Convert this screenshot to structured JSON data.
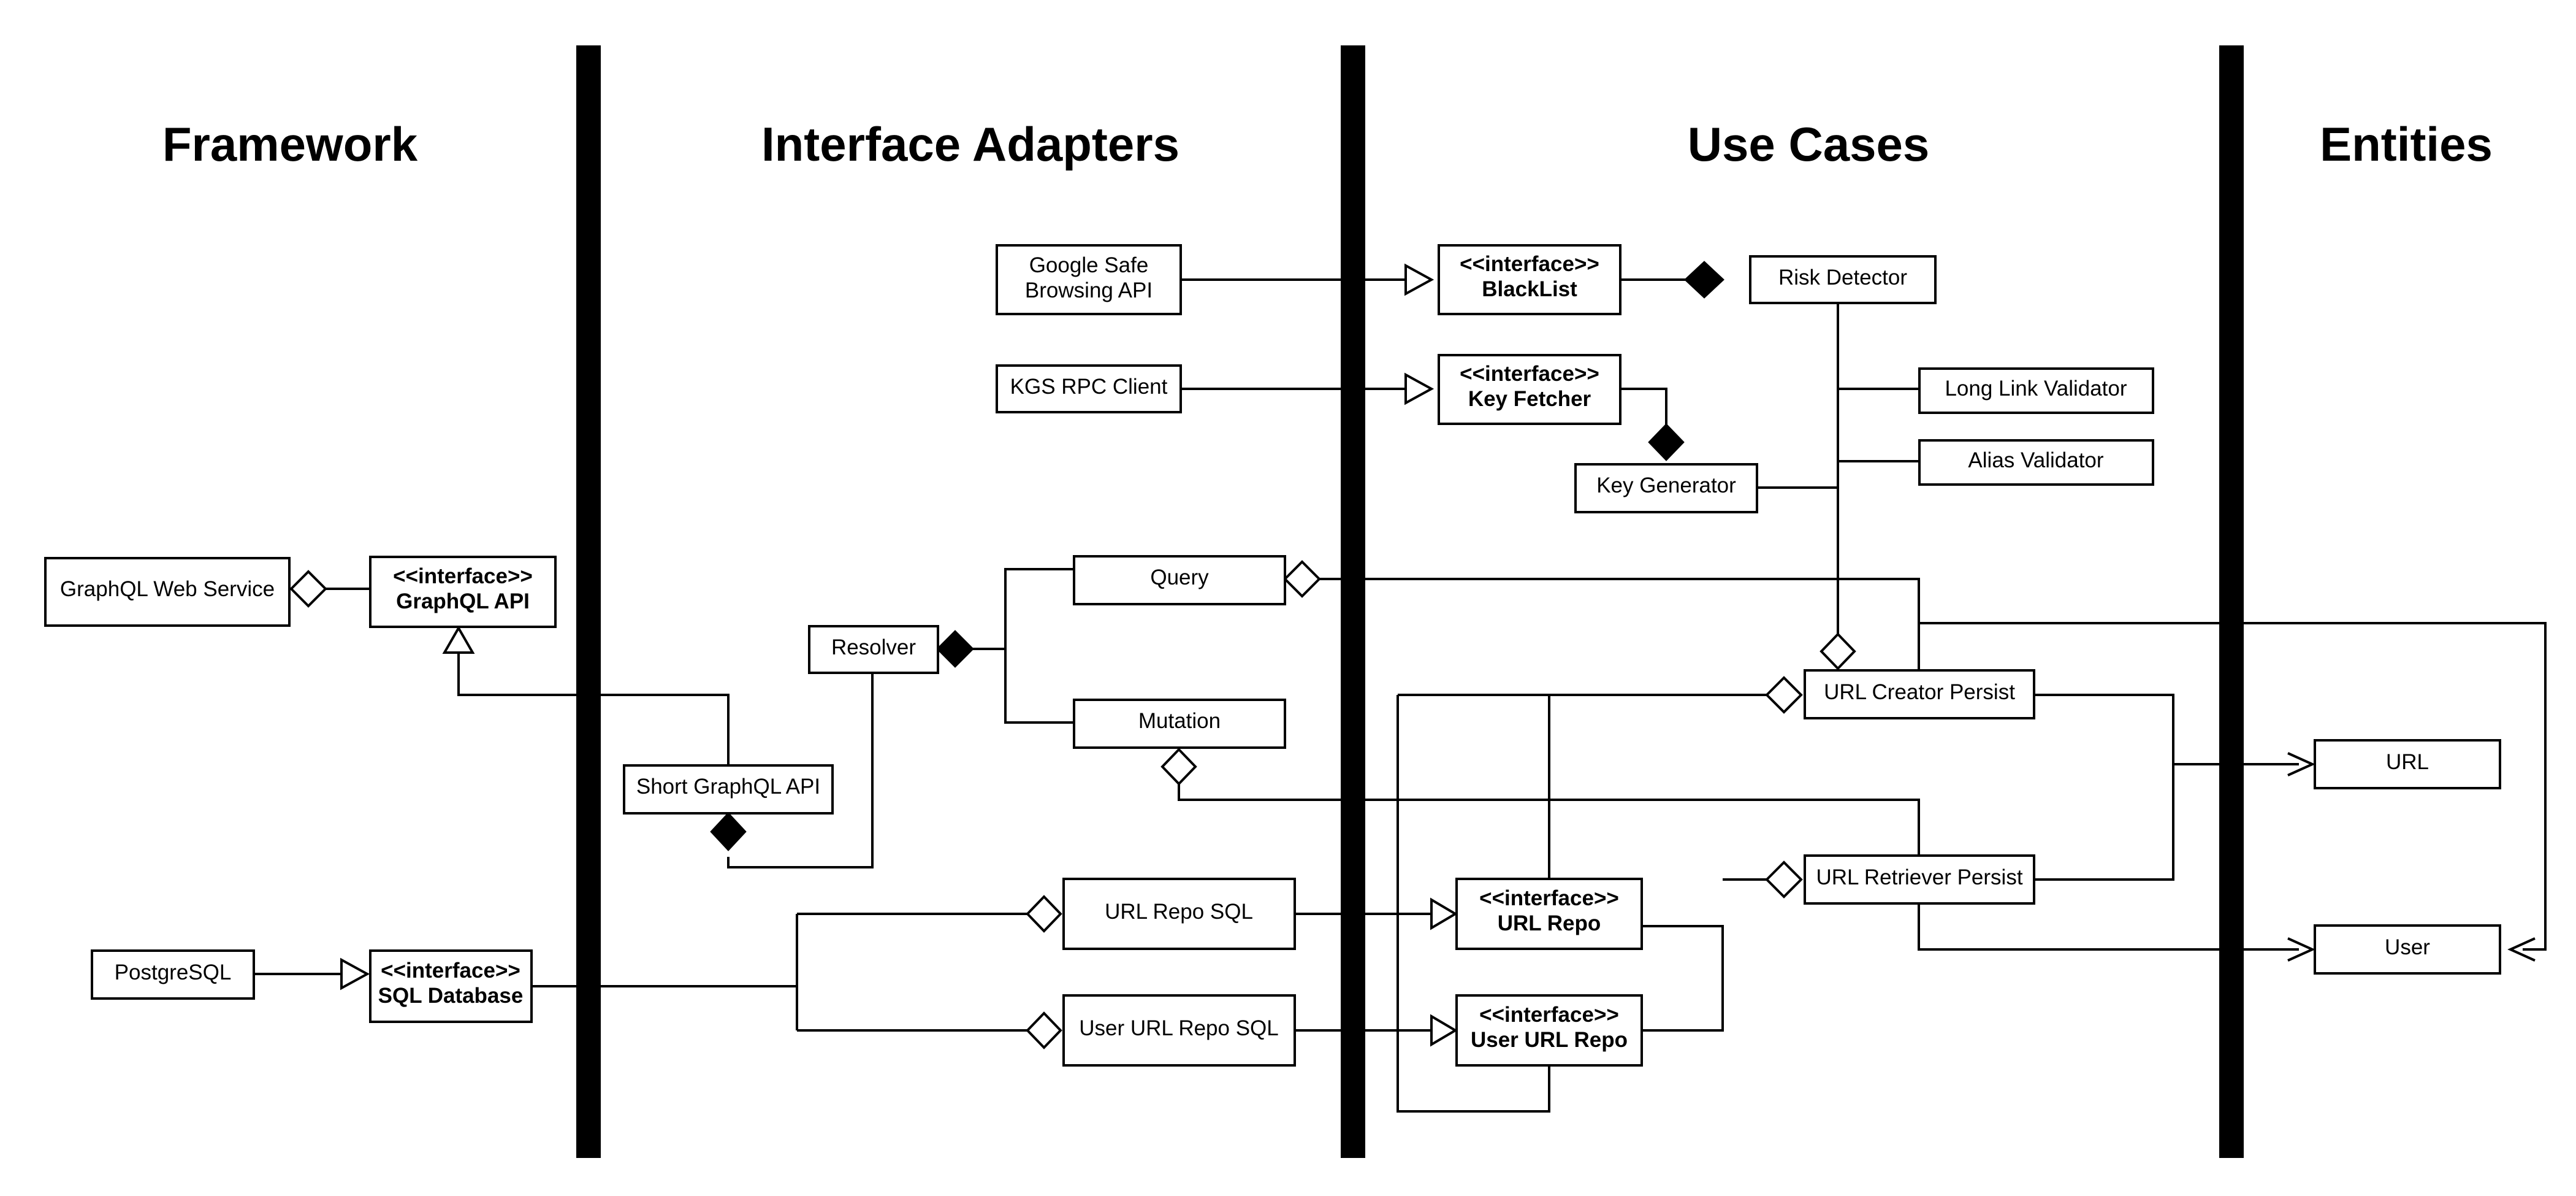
{
  "layers": {
    "framework": "Framework",
    "interface_adapters": "Interface Adapters",
    "use_cases": "Use Cases",
    "entities": "Entities"
  },
  "stereotype": "<<interface>>",
  "boxes": {
    "google_safe": [
      "Google Safe",
      "Browsing API"
    ],
    "blacklist": "BlackList",
    "risk_detector": "Risk Detector",
    "kgs_rpc": "KGS RPC Client",
    "key_fetcher": "Key Fetcher",
    "long_link": "Long Link Validator",
    "alias_validator": "Alias Validator",
    "key_generator": "Key Generator",
    "graphql_web": "GraphQL Web Service",
    "graphql_api": "GraphQL API",
    "query": "Query",
    "resolver": "Resolver",
    "mutation": "Mutation",
    "short_graphql": "Short GraphQL API",
    "url_creator": "URL Creator Persist",
    "url_retriever": "URL Retriever Persist",
    "url_entity": "URL",
    "user_entity": "User",
    "url_repo_sql": "URL Repo SQL",
    "user_url_repo_sql": "User URL Repo SQL",
    "url_repo": "URL Repo",
    "user_url_repo": "User URL Repo",
    "postgresql": "PostgreSQL",
    "sql_database": "SQL Database"
  }
}
